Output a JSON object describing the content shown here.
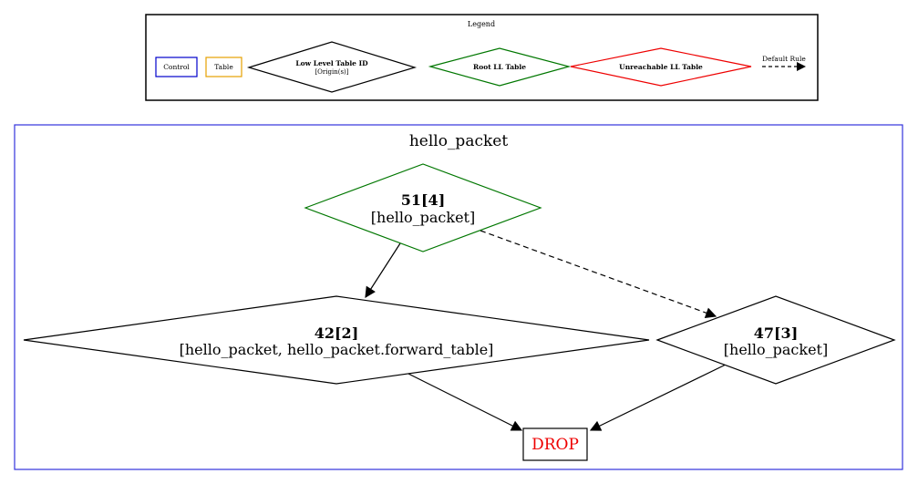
{
  "legend": {
    "title": "Legend",
    "control_label": "Control",
    "table_label": "Table",
    "ll_table_title": "Low Level Table ID",
    "ll_table_sub": "[Origin(s)]",
    "root_label": "Root LL Table",
    "unreachable_label": "Unreachable LL Table",
    "default_rule_label": "Default Rule",
    "colors": {
      "control": "#0000cc",
      "table": "#e6a100",
      "root": "#007700",
      "unreachable": "#ee0000",
      "normal": "#000000"
    }
  },
  "cluster": {
    "title": "hello_packet",
    "color": "#3333dd"
  },
  "nodes": {
    "n51": {
      "id": "51[4]",
      "origin": "[hello_packet]",
      "kind": "root"
    },
    "n42": {
      "id": "42[2]",
      "origin": "[hello_packet, hello_packet.forward_table]",
      "kind": "normal"
    },
    "n47": {
      "id": "47[3]",
      "origin": "[hello_packet]",
      "kind": "normal"
    },
    "drop": {
      "label": "DROP",
      "color": "#ee0000"
    }
  },
  "edges": [
    {
      "from": "51[4]",
      "to": "42[2]",
      "style": "solid"
    },
    {
      "from": "51[4]",
      "to": "47[3]",
      "style": "dashed"
    },
    {
      "from": "42[2]",
      "to": "DROP",
      "style": "solid"
    },
    {
      "from": "47[3]",
      "to": "DROP",
      "style": "solid"
    }
  ]
}
